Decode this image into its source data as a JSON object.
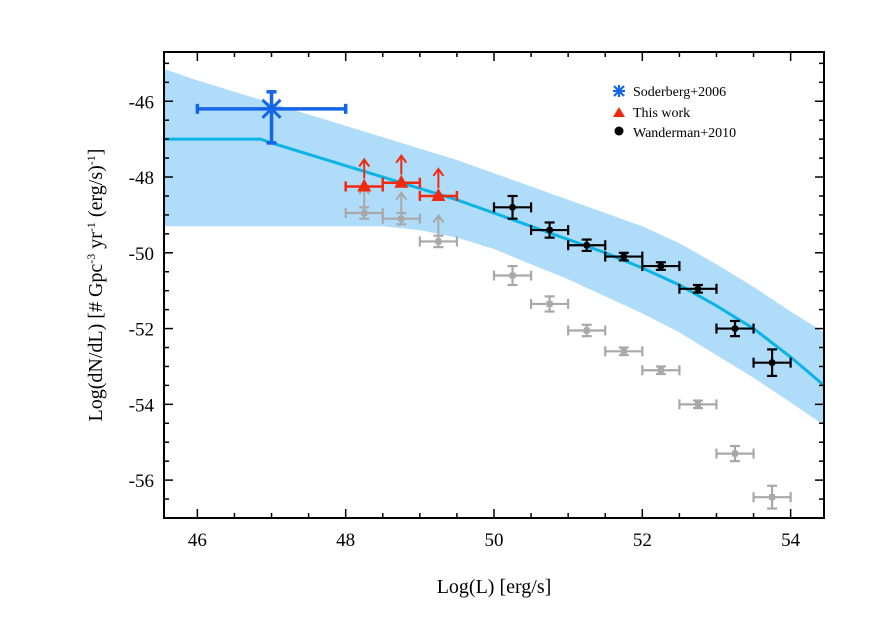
{
  "chart_data": {
    "type": "scatter",
    "xlabel": "Log(L) [erg/s]",
    "ylabel_parts": [
      "Log(dN/dL) [# Gpc",
      "-3",
      " yr",
      "-1",
      " (erg/s)",
      "-1",
      "]"
    ],
    "xlim": [
      45.55,
      54.45
    ],
    "ylim": [
      -57.0,
      -44.7
    ],
    "xticks": [
      46,
      48,
      50,
      52,
      54
    ],
    "yticks": [
      -46,
      -48,
      -50,
      -52,
      -54,
      -56
    ],
    "xtick_labels": [
      "46",
      "48",
      "50",
      "52",
      "54"
    ],
    "ytick_labels": [
      "-46",
      "-48",
      "-50",
      "-52",
      "-54",
      "-56"
    ],
    "legend_position": "top-right",
    "colors": {
      "band": "#a6d8f7",
      "model_line": "#0cb4e6",
      "soderberg": "#1466e6",
      "this_work": "#f02a10",
      "wanderman": "#000000",
      "gray": "#a8a8a8"
    },
    "band": {
      "x": [
        45.55,
        46.0,
        46.5,
        47.0,
        47.5,
        48.0,
        48.5,
        49.0,
        49.5,
        50.0,
        50.5,
        51.0,
        51.5,
        52.0,
        52.5,
        53.0,
        53.5,
        54.0,
        54.45
      ],
      "upper": [
        -45.15,
        -45.45,
        -45.75,
        -46.05,
        -46.35,
        -46.65,
        -46.95,
        -47.25,
        -47.55,
        -47.9,
        -48.25,
        -48.6,
        -48.95,
        -49.3,
        -49.75,
        -50.3,
        -50.9,
        -51.55,
        -52.1
      ],
      "lower": [
        -49.3,
        -49.3,
        -49.3,
        -49.3,
        -49.3,
        -49.3,
        -49.3,
        -49.4,
        -49.6,
        -49.9,
        -50.3,
        -50.7,
        -51.15,
        -51.6,
        -52.1,
        -52.7,
        -53.3,
        -53.95,
        -54.55
      ]
    },
    "model_line": {
      "x": [
        45.55,
        46.0,
        46.5,
        46.85,
        47.0,
        47.5,
        48.0,
        48.5,
        49.0,
        49.5,
        50.0,
        50.5,
        51.0,
        51.5,
        52.0,
        52.5,
        53.0,
        53.5,
        54.0,
        54.45
      ],
      "y": [
        -47.0,
        -47.0,
        -47.0,
        -47.0,
        -47.1,
        -47.4,
        -47.7,
        -48.0,
        -48.3,
        -48.6,
        -48.95,
        -49.3,
        -49.65,
        -50.0,
        -50.4,
        -50.85,
        -51.4,
        -52.0,
        -52.75,
        -53.5
      ]
    },
    "series": [
      {
        "name": "Soderberg+2006",
        "marker": "asterisk",
        "color": "#1466e6",
        "points": [
          {
            "x": 47.0,
            "y": -46.2,
            "xerr": [
              1.0,
              1.0
            ],
            "yerr": [
              0.45,
              0.9
            ]
          }
        ]
      },
      {
        "name": "This work",
        "marker": "triangle",
        "color": "#f02a10",
        "lower_limit": true,
        "points": [
          {
            "x": 48.25,
            "y": -48.25,
            "xerr": [
              0.25,
              0.25
            ]
          },
          {
            "x": 48.75,
            "y": -48.15,
            "xerr": [
              0.25,
              0.25
            ]
          },
          {
            "x": 49.25,
            "y": -48.5,
            "xerr": [
              0.25,
              0.25
            ]
          }
        ]
      },
      {
        "name": "Wanderman+2010",
        "marker": "circle",
        "color": "#000000",
        "points": [
          {
            "x": 50.25,
            "y": -48.8,
            "xerr": [
              0.25,
              0.25
            ],
            "yerr": [
              0.3,
              0.3
            ]
          },
          {
            "x": 50.75,
            "y": -49.4,
            "xerr": [
              0.25,
              0.25
            ],
            "yerr": [
              0.2,
              0.2
            ]
          },
          {
            "x": 51.25,
            "y": -49.8,
            "xerr": [
              0.25,
              0.25
            ],
            "yerr": [
              0.15,
              0.15
            ]
          },
          {
            "x": 51.75,
            "y": -50.1,
            "xerr": [
              0.25,
              0.25
            ],
            "yerr": [
              0.1,
              0.1
            ]
          },
          {
            "x": 52.25,
            "y": -50.35,
            "xerr": [
              0.25,
              0.25
            ],
            "yerr": [
              0.1,
              0.1
            ]
          },
          {
            "x": 52.75,
            "y": -50.95,
            "xerr": [
              0.25,
              0.25
            ],
            "yerr": [
              0.1,
              0.1
            ]
          },
          {
            "x": 53.25,
            "y": -52.0,
            "xerr": [
              0.25,
              0.25
            ],
            "yerr": [
              0.2,
              0.2
            ]
          },
          {
            "x": 53.75,
            "y": -52.9,
            "xerr": [
              0.25,
              0.25
            ],
            "yerr": [
              0.35,
              0.35
            ]
          }
        ]
      },
      {
        "marker": "gray_cross",
        "color": "#a8a8a8",
        "points": [
          {
            "x": 48.25,
            "y": -48.95,
            "xerr": [
              0.25,
              0.25
            ],
            "yerr": [
              0.15,
              0.15
            ]
          },
          {
            "x": 48.75,
            "y": -49.1,
            "xerr": [
              0.25,
              0.25
            ],
            "yerr": [
              0.15,
              0.15
            ]
          },
          {
            "x": 49.25,
            "y": -49.7,
            "xerr": [
              0.25,
              0.25
            ],
            "yerr": [
              0.15,
              0.15
            ]
          },
          {
            "x": 50.25,
            "y": -50.6,
            "xerr": [
              0.25,
              0.25
            ],
            "yerr": [
              0.25,
              0.25
            ]
          },
          {
            "x": 50.75,
            "y": -51.35,
            "xerr": [
              0.25,
              0.25
            ],
            "yerr": [
              0.2,
              0.2
            ]
          },
          {
            "x": 51.25,
            "y": -52.05,
            "xerr": [
              0.25,
              0.25
            ],
            "yerr": [
              0.15,
              0.15
            ]
          },
          {
            "x": 51.75,
            "y": -52.6,
            "xerr": [
              0.25,
              0.25
            ],
            "yerr": [
              0.1,
              0.1
            ]
          },
          {
            "x": 52.25,
            "y": -53.1,
            "xerr": [
              0.25,
              0.25
            ],
            "yerr": [
              0.1,
              0.1
            ]
          },
          {
            "x": 52.75,
            "y": -54.0,
            "xerr": [
              0.25,
              0.25
            ],
            "yerr": [
              0.1,
              0.1
            ]
          },
          {
            "x": 53.25,
            "y": -55.3,
            "xerr": [
              0.25,
              0.25
            ],
            "yerr": [
              0.2,
              0.2
            ]
          },
          {
            "x": 53.75,
            "y": -56.45,
            "xerr": [
              0.25,
              0.25
            ],
            "yerr": [
              0.3,
              0.3
            ]
          }
        ]
      }
    ],
    "legend": [
      {
        "label": "Soderberg+2006",
        "marker": "asterisk",
        "color": "#1466e6"
      },
      {
        "label": "This work",
        "marker": "triangle",
        "color": "#f02a10"
      },
      {
        "label": "Wanderman+2010",
        "marker": "circle",
        "color": "#000000"
      }
    ]
  }
}
